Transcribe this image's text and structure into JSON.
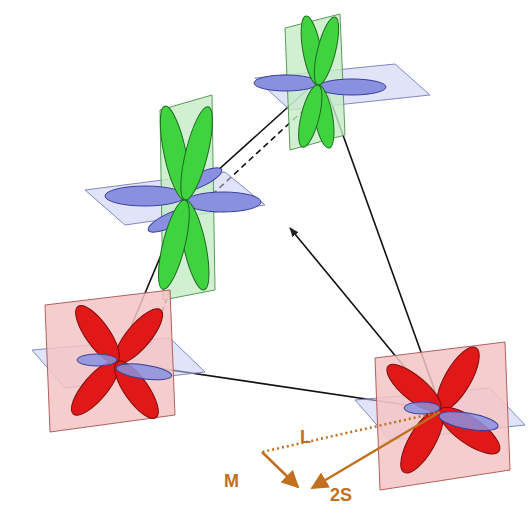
{
  "diagram": {
    "labels": [
      "L",
      "M",
      "2S"
    ]
  }
}
